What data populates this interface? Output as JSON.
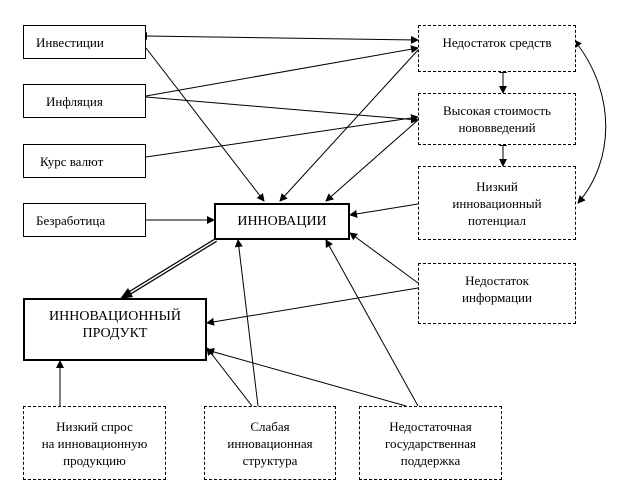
{
  "nodes": {
    "investments": "Инвестиции",
    "inflation": "Инфляция",
    "exchange_rate": "Курс валют",
    "unemployment": "Безработица",
    "innovations": "ИННОВАЦИИ",
    "innovative_product": "ИННОВАЦИОННЫЙ\nПРОДУКТ",
    "lack_of_funds": "Недостаток средств",
    "high_cost": "Высокая стоимость\nнововведений",
    "low_potential": "Низкий\nинновационный\nпотенциал",
    "lack_of_info": "Недостаток\nинформации",
    "low_demand": "Низкий спрос\nна инновационную\nпродукцию",
    "weak_structure": "Слабая\nинновационная\nструктура",
    "insufficient_support": "Недостаточная\nгосударственная\nподдержка"
  }
}
